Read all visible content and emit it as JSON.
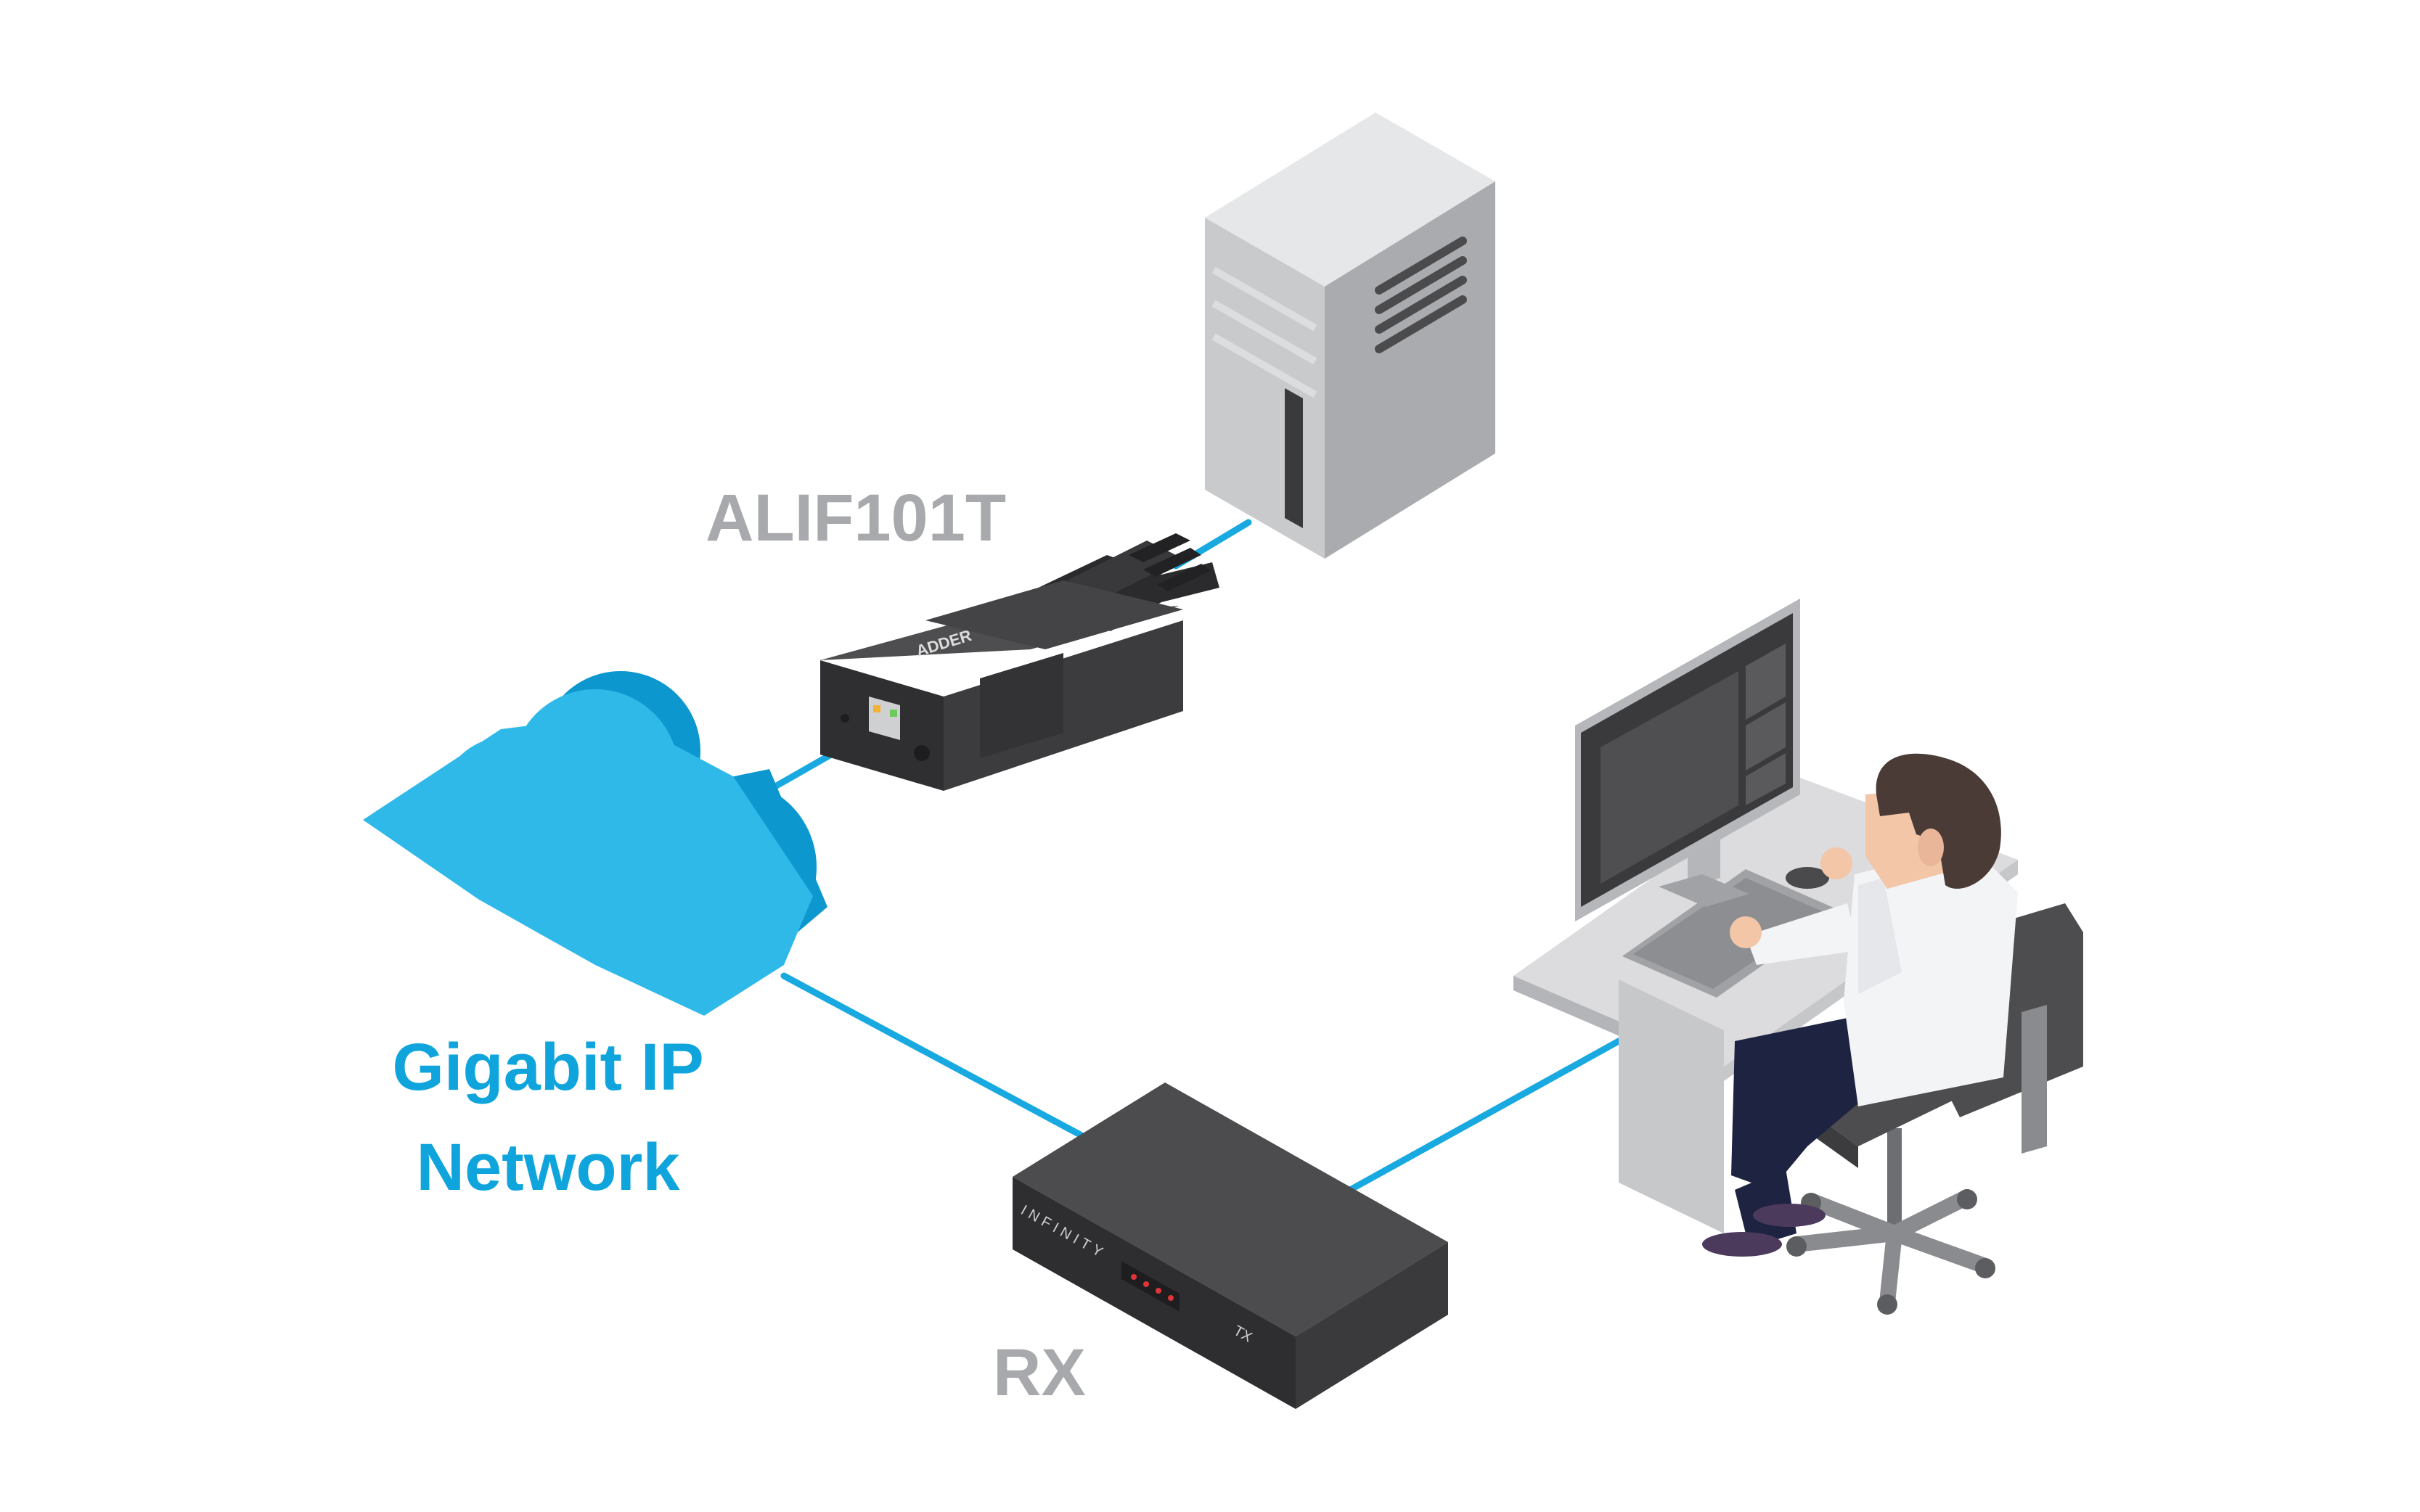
{
  "labels": {
    "transmitter": "ALIF101T",
    "network_line1": "Gigabit IP",
    "network_line2": "Network",
    "receiver": "RX"
  },
  "device_markings": {
    "dongle_brand": "ADDER",
    "rx_brand": "INFINITY",
    "rx_panel_tx": "TX"
  },
  "colors": {
    "link": "#18a9e0",
    "cloud_light": "#2fb9e9",
    "cloud_dark": "#0d97cf",
    "network_label": "#0fa5dc",
    "device_label": "#a7a9ac",
    "device_body": "#3b3b3d",
    "tower_body": "#c8c9cb"
  },
  "icons": [
    "pc-tower-icon",
    "kvm-dongle-icon",
    "cloud-icon",
    "rx-unit-icon",
    "workstation-icon",
    "user-icon",
    "office-chair-icon"
  ]
}
